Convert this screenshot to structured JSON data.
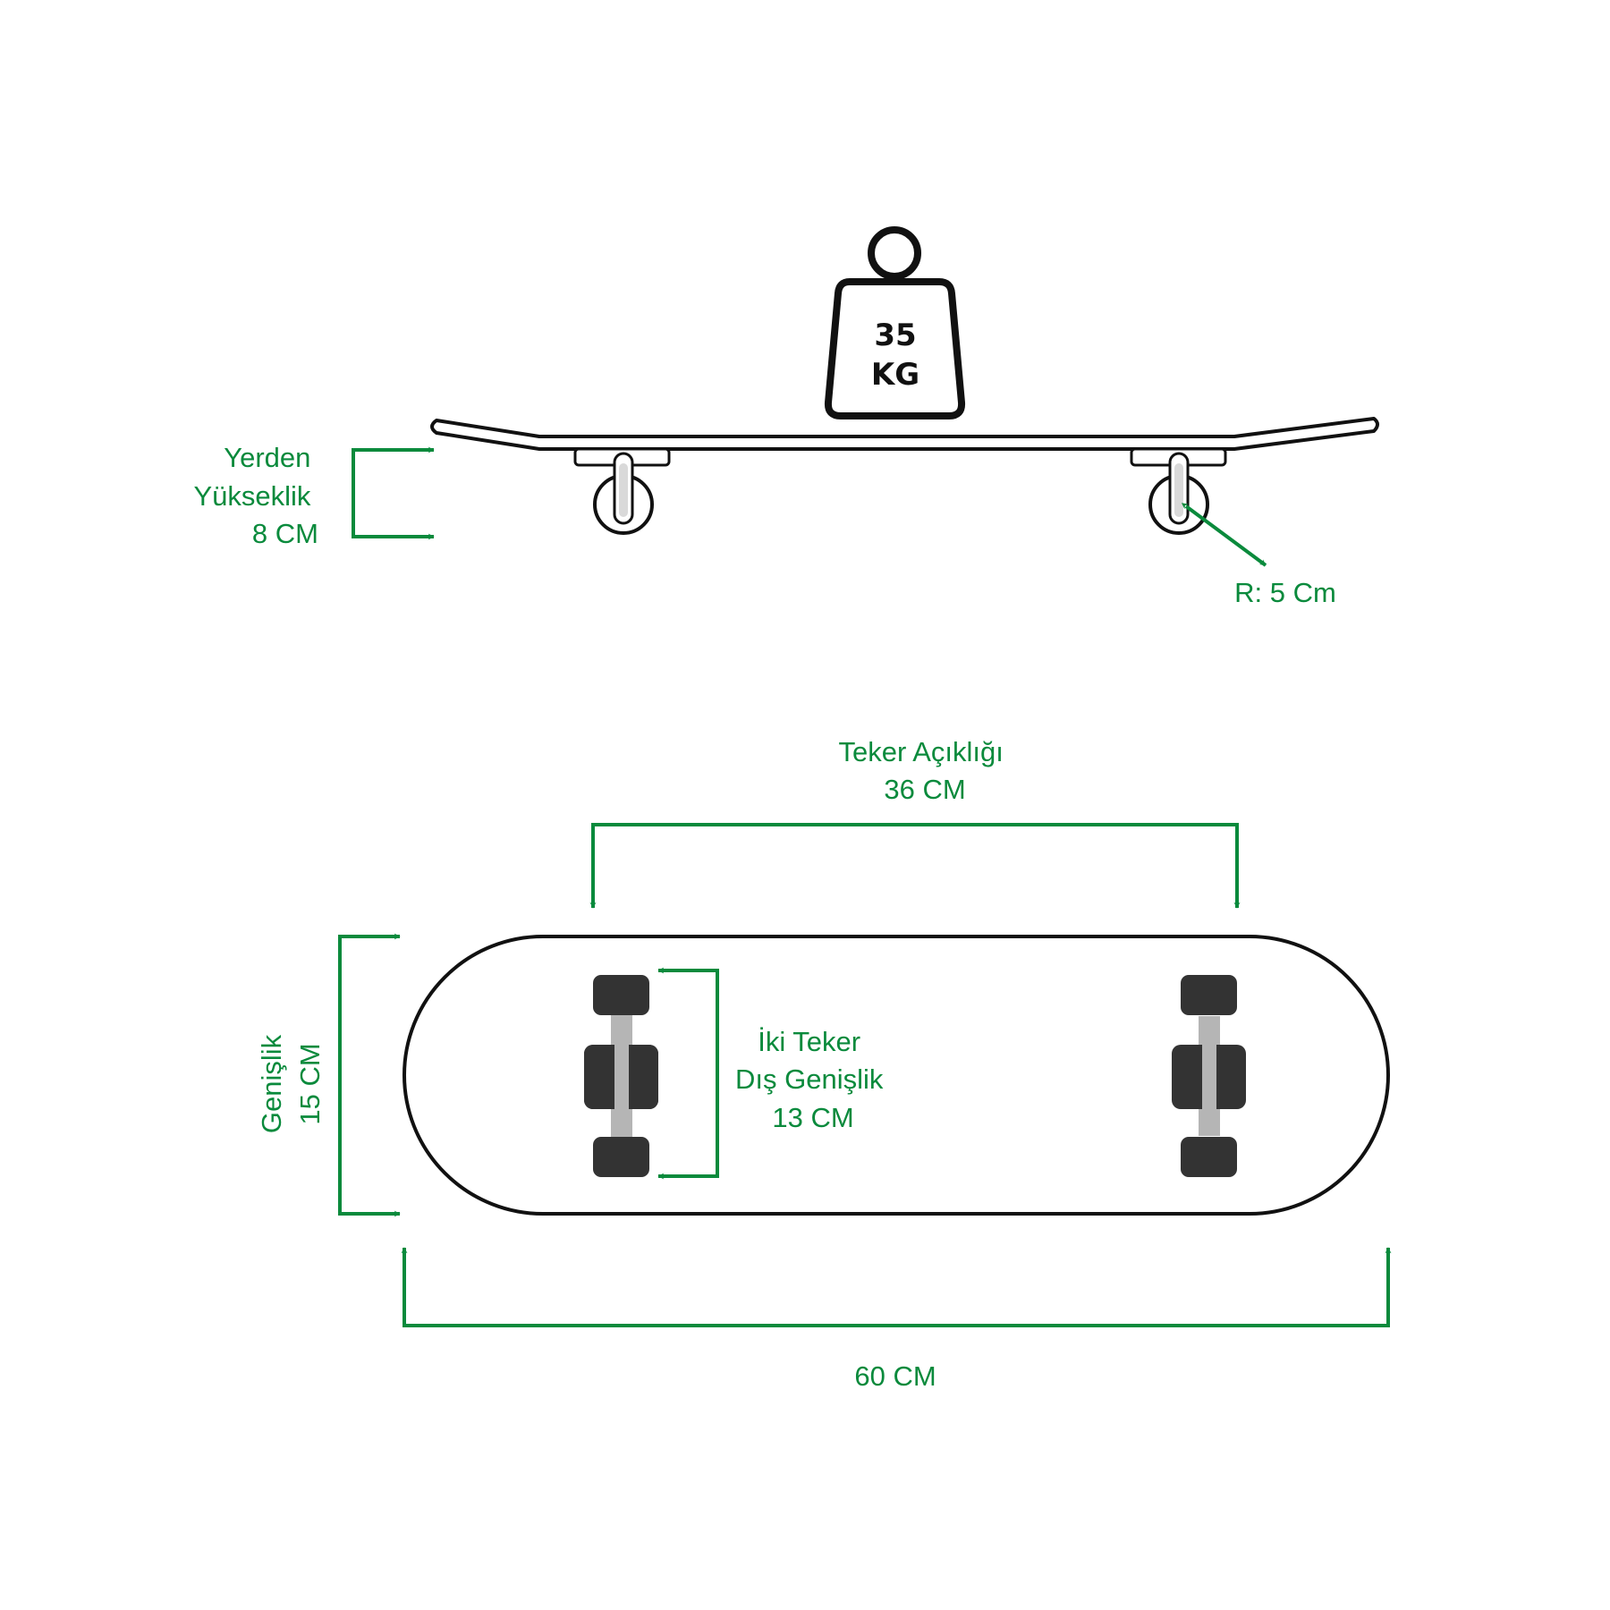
{
  "weight": {
    "value": "35",
    "unit": "KG"
  },
  "labels": {
    "ground_height": [
      "Yerden",
      "Yükseklik",
      "8 CM"
    ],
    "wheel_radius": "R: 5 Cm",
    "wheel_spacing": [
      "Teker Açıklığı",
      "36 CM"
    ],
    "width": [
      "Genişlik",
      "15 CM"
    ],
    "truck_width": [
      "İki Teker",
      "Dış Genişlik",
      "13 CM"
    ],
    "length": "60 CM"
  },
  "colors": {
    "accent": "#0a8a3c",
    "outline": "#111111",
    "wheel": "#333333",
    "axle": "#b5b5b5"
  }
}
